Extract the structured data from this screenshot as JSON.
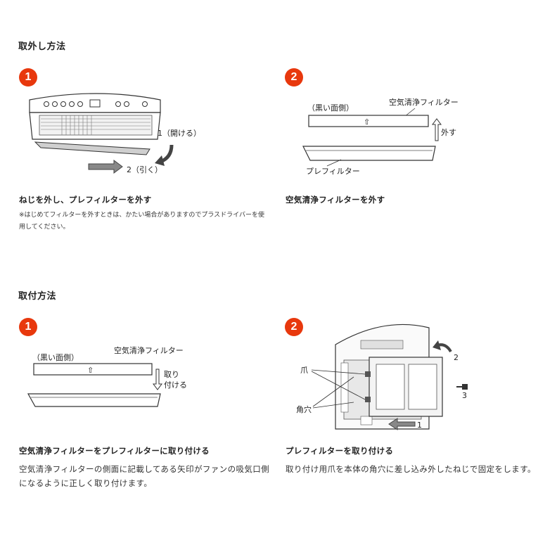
{
  "removal": {
    "title": "取外し方法",
    "step1": {
      "badge": "1",
      "label_open": "1（開ける）",
      "label_pull": "2（引く）",
      "caption": "ねじを外し、プレフィルターを外す",
      "note": "※はじめてフィルターを外すときは、かたい場合がありますのでプラスドライバーを使用してください。"
    },
    "step2": {
      "badge": "2",
      "label_black_side": "（黒い面側）",
      "label_filter": "空気清浄フィルター",
      "label_remove": "外す",
      "label_prefilter": "プレフィルター",
      "arrow_symbol": "⇧",
      "caption": "空気清浄フィルターを外す"
    }
  },
  "installation": {
    "title": "取付方法",
    "step1": {
      "badge": "1",
      "label_black_side": "（黒い面側）",
      "label_filter": "空気清浄フィルター",
      "label_attach_1": "取り",
      "label_attach_2": "付ける",
      "arrow_symbol": "⇧",
      "caption": "空気清浄フィルターをプレフィルターに取り付ける",
      "body": "空気清浄フィルターの側面に記載してある矢印がファンの吸気口側になるように正しく取り付けます。"
    },
    "step2": {
      "badge": "2",
      "label_claw": "爪",
      "label_hole": "角穴",
      "num_1": "1",
      "num_2": "2",
      "num_3": "3",
      "caption": "プレフィルターを取り付ける",
      "body": "取り付け用爪を本体の角穴に差し込み外したねじで固定をします。"
    }
  }
}
